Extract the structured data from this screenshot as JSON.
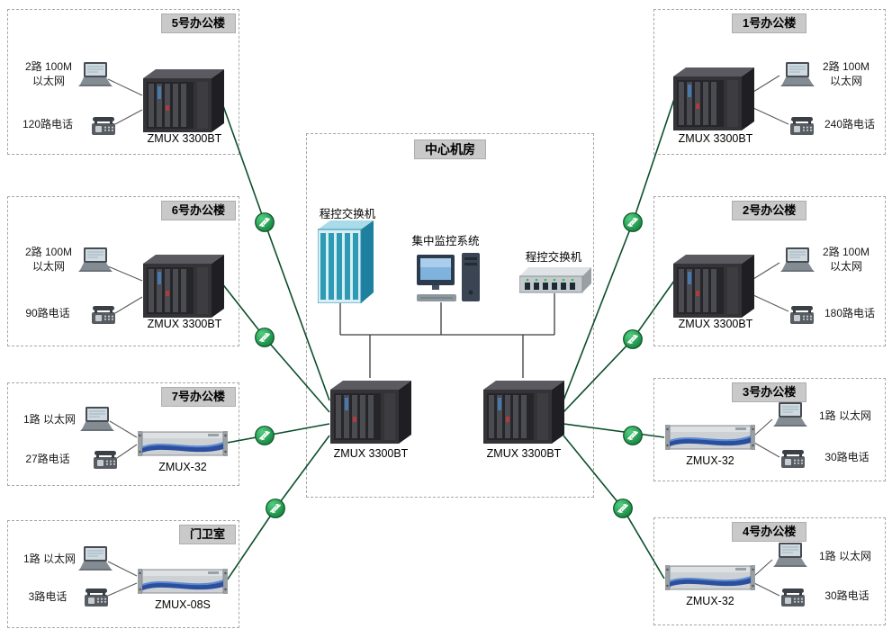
{
  "center_room": {
    "label": "中心机房",
    "pbx_left_label": "程控交换机",
    "monitoring_label": "集中监控系统",
    "pbx_right_label": "程控交换机",
    "mux_left_label": "ZMUX 3300BT",
    "mux_right_label": "ZMUX 3300BT"
  },
  "sites": [
    {
      "name": "5号办公楼",
      "ethernet": "2路 100M\n以太网",
      "phone": "120路电话",
      "device": "ZMUX 3300BT"
    },
    {
      "name": "6号办公楼",
      "ethernet": "2路 100M\n以太网",
      "phone": "90路电话",
      "device": "ZMUX 3300BT"
    },
    {
      "name": "7号办公楼",
      "ethernet": "1路 以太网",
      "phone": "27路电话",
      "device": "ZMUX-32"
    },
    {
      "name": "门卫室",
      "ethernet": "1路 以太网",
      "phone": "3路电话",
      "device": "ZMUX-08S"
    },
    {
      "name": "1号办公楼",
      "ethernet": "2路 100M\n以太网",
      "phone": "240路电话",
      "device": "ZMUX 3300BT"
    },
    {
      "name": "2号办公楼",
      "ethernet": "2路 100M\n以太网",
      "phone": "180路电话",
      "device": "ZMUX 3300BT"
    },
    {
      "name": "3号办公楼",
      "ethernet": "1路 以太网",
      "phone": "30路电话",
      "device": "ZMUX-32"
    },
    {
      "name": "4号办公楼",
      "ethernet": "1路 以太网",
      "phone": "30路电话",
      "device": "ZMUX-32"
    }
  ],
  "icons": {
    "laptop": "laptop-icon",
    "telephone": "telephone-icon",
    "mux_cabinet": "zmux-3300bt-cabinet-icon",
    "rack_mux": "zmux-rack-icon",
    "pbx_cabinet": "pbx-cabinet-icon",
    "monitoring_pc": "monitoring-pc-icon",
    "ethernet_switch": "ethernet-switch-icon",
    "fiber_link": "fiber-link-badge-icon"
  },
  "colors": {
    "fiber_line_green": "#0d4f2b",
    "badge_green": "#149a46",
    "tab_gray": "#c9c9c9",
    "cabinet_dark": "#333338",
    "pbx_teal": "#2e9bb5"
  }
}
